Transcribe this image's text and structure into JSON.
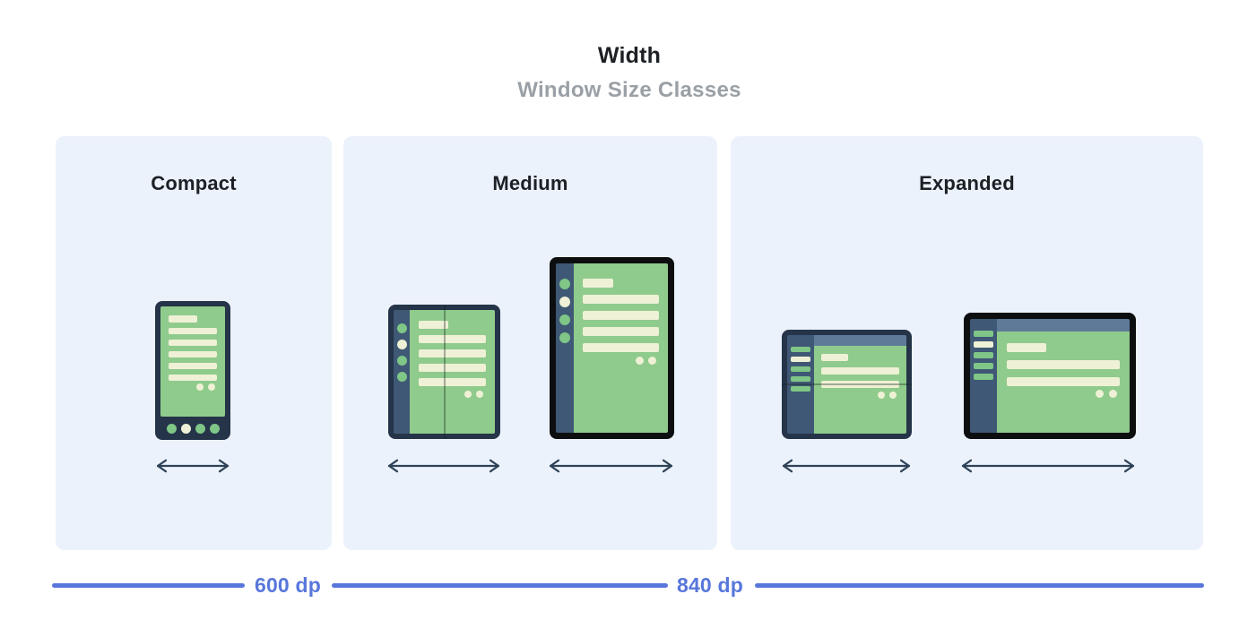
{
  "header": {
    "title": "Width",
    "subtitle": "Window Size Classes"
  },
  "panels": [
    {
      "label": "Compact"
    },
    {
      "label": "Medium"
    },
    {
      "label": "Expanded"
    }
  ],
  "axis": {
    "breakpoints": [
      {
        "label": "600 dp"
      },
      {
        "label": "840 dp"
      }
    ]
  },
  "colors": {
    "panel_bg": "#ECF2FB",
    "title": "#1D2025",
    "subtitle": "#9AA0A6",
    "frame_navy": "#253449",
    "frame_black": "#0D0E10",
    "rail_navy": "#3F5875",
    "header_slate": "#5F7A99",
    "screen_green": "#8FCB8C",
    "accent_green": "#7FC687",
    "cream": "#EFF1D6",
    "arrow": "#2E4257",
    "axis_blue": "#5877DB",
    "fold_line": "rgba(20,35,28,0.35)"
  }
}
